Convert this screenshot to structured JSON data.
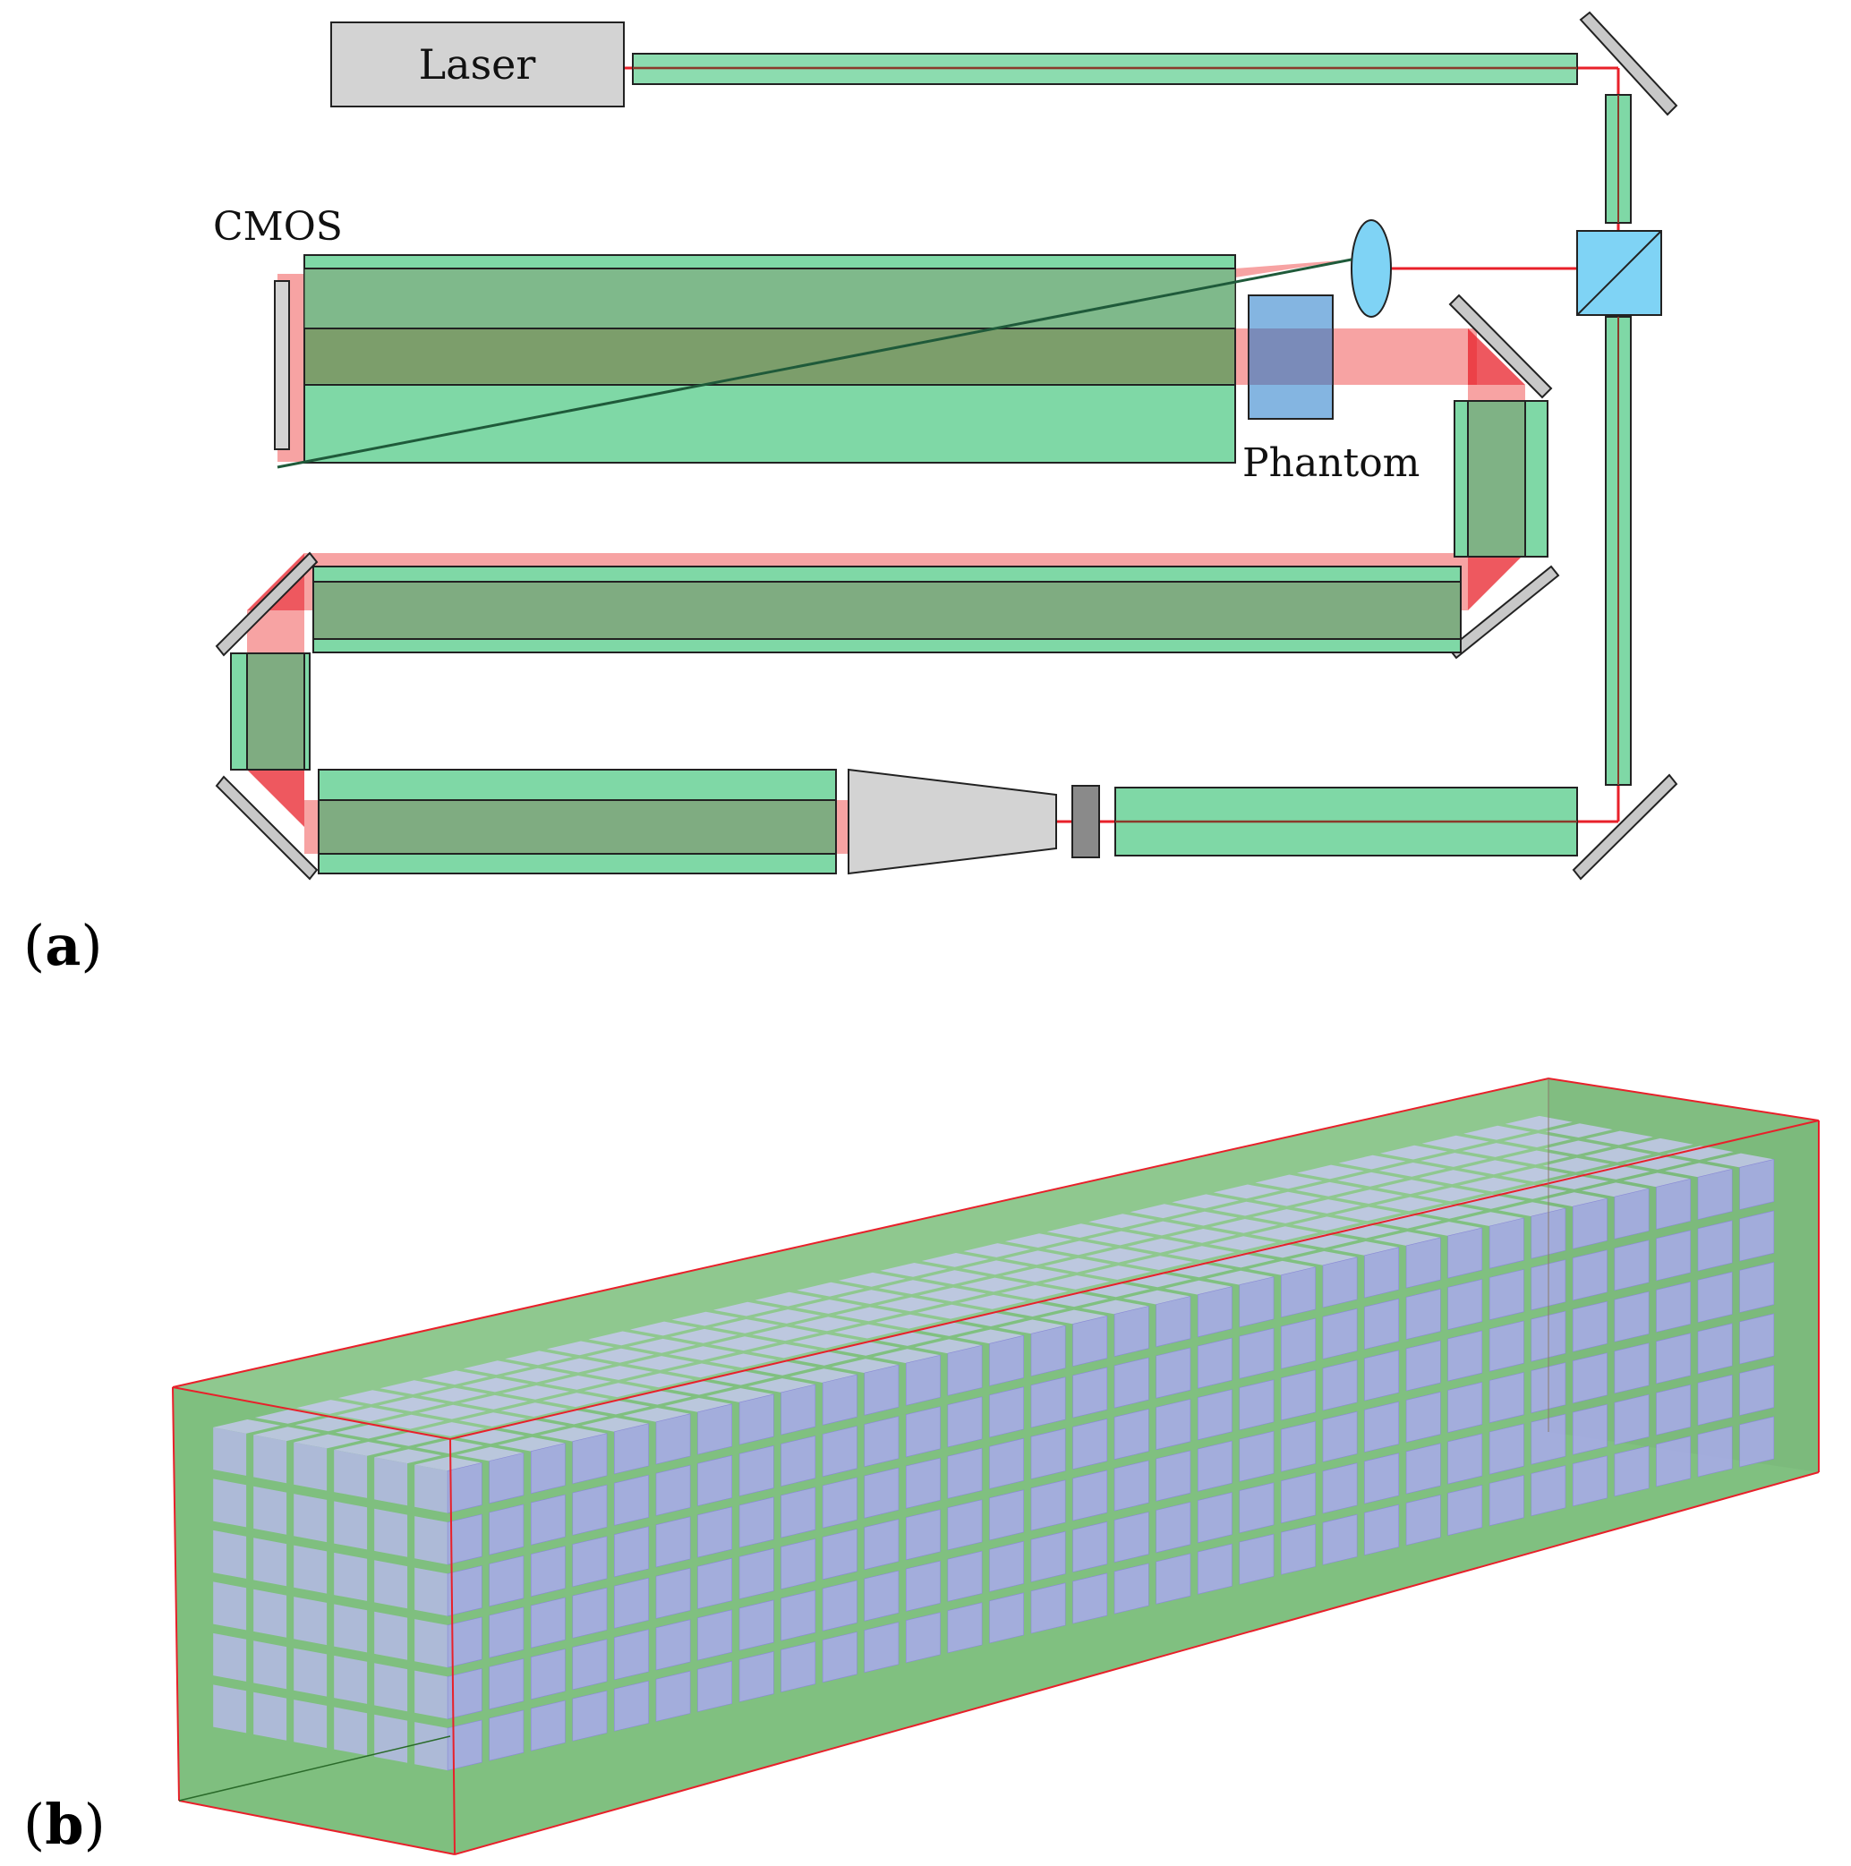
{
  "panel_a": {
    "label_open": "(",
    "label_letter": "a",
    "label_close": ")",
    "laser_label": "Laser",
    "cmos_label": "CMOS",
    "phantom_label": "Phantom"
  },
  "panel_b": {
    "label_open": "(",
    "label_letter": "b",
    "label_close": ")"
  },
  "colors": {
    "beam_red": "#e8202a",
    "beam_pink": "#f7a3a3",
    "pipe_green": "#7fd8a6",
    "overlap_green": "#7fa57a",
    "mirror_gray": "#c8c8c8",
    "splitter_blue": "#7fd3f5",
    "phantom_blue": "#6fa8dc",
    "lens_blue": "#7fd3f5",
    "cube_lavender": "#a9a9ec",
    "box_green": "#7fbf7f"
  },
  "panel_b_grid": {
    "length_cells": 32,
    "height_cells": 6,
    "depth_cells": 6
  }
}
